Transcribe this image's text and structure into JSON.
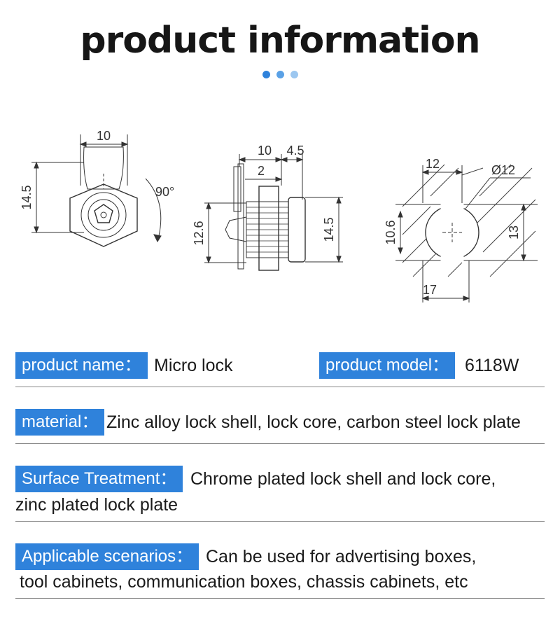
{
  "header": {
    "title": "product information",
    "dot_colors": [
      "#2f82db",
      "#5aa1e6",
      "#9cc7f0"
    ]
  },
  "drawings": {
    "front_view": {
      "top_dim": "10",
      "side_dim": "14.5",
      "rotation": "90°"
    },
    "side_view": {
      "dim_a": "10",
      "dim_b": "4.5",
      "dim_c": "2",
      "left_dim": "12.6",
      "right_dim": "14.5"
    },
    "cutout_view": {
      "dim_top": "12",
      "diameter": "Ø12",
      "left_dim": "10.6",
      "right_dim": "13",
      "bottom_dim": "17"
    }
  },
  "specs": {
    "product_name_label": "product name：",
    "product_name_value": "Micro lock",
    "product_model_label": "product model：",
    "product_model_value": "6118W",
    "material_label": "material：",
    "material_value": "Zinc alloy lock shell, lock core, carbon steel lock plate",
    "surface_label": "Surface Treatment：",
    "surface_value_line1": "Chrome plated lock shell and lock core,",
    "surface_value_line2": "zinc plated lock plate",
    "scenarios_label": "Applicable scenarios：",
    "scenarios_value_line1": "Can be used for advertising boxes,",
    "scenarios_value_line2": "tool cabinets, communication boxes, chassis cabinets, etc"
  },
  "colors": {
    "accent": "#2f82db",
    "text": "#1a1a1a",
    "divider": "#888888"
  }
}
